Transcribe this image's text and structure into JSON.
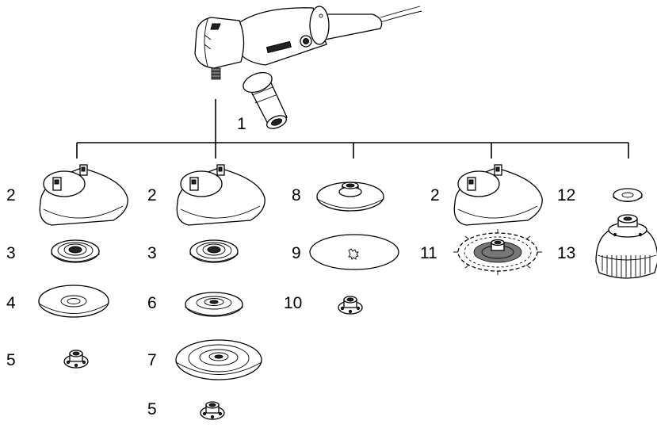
{
  "labels": {
    "grinder": "1",
    "col1": {
      "guard": "2",
      "flange": "3",
      "disc": "4",
      "nut": "5"
    },
    "col2": {
      "guard": "2",
      "flange": "3",
      "disc": "6",
      "pad": "7",
      "nut": "5"
    },
    "col3": {
      "plate": "8",
      "sanding_disc": "9",
      "nut": "10"
    },
    "col4": {
      "guard": "2",
      "wire_wheel": "11"
    },
    "col5": {
      "washer": "12",
      "cup_brush": "13"
    }
  }
}
